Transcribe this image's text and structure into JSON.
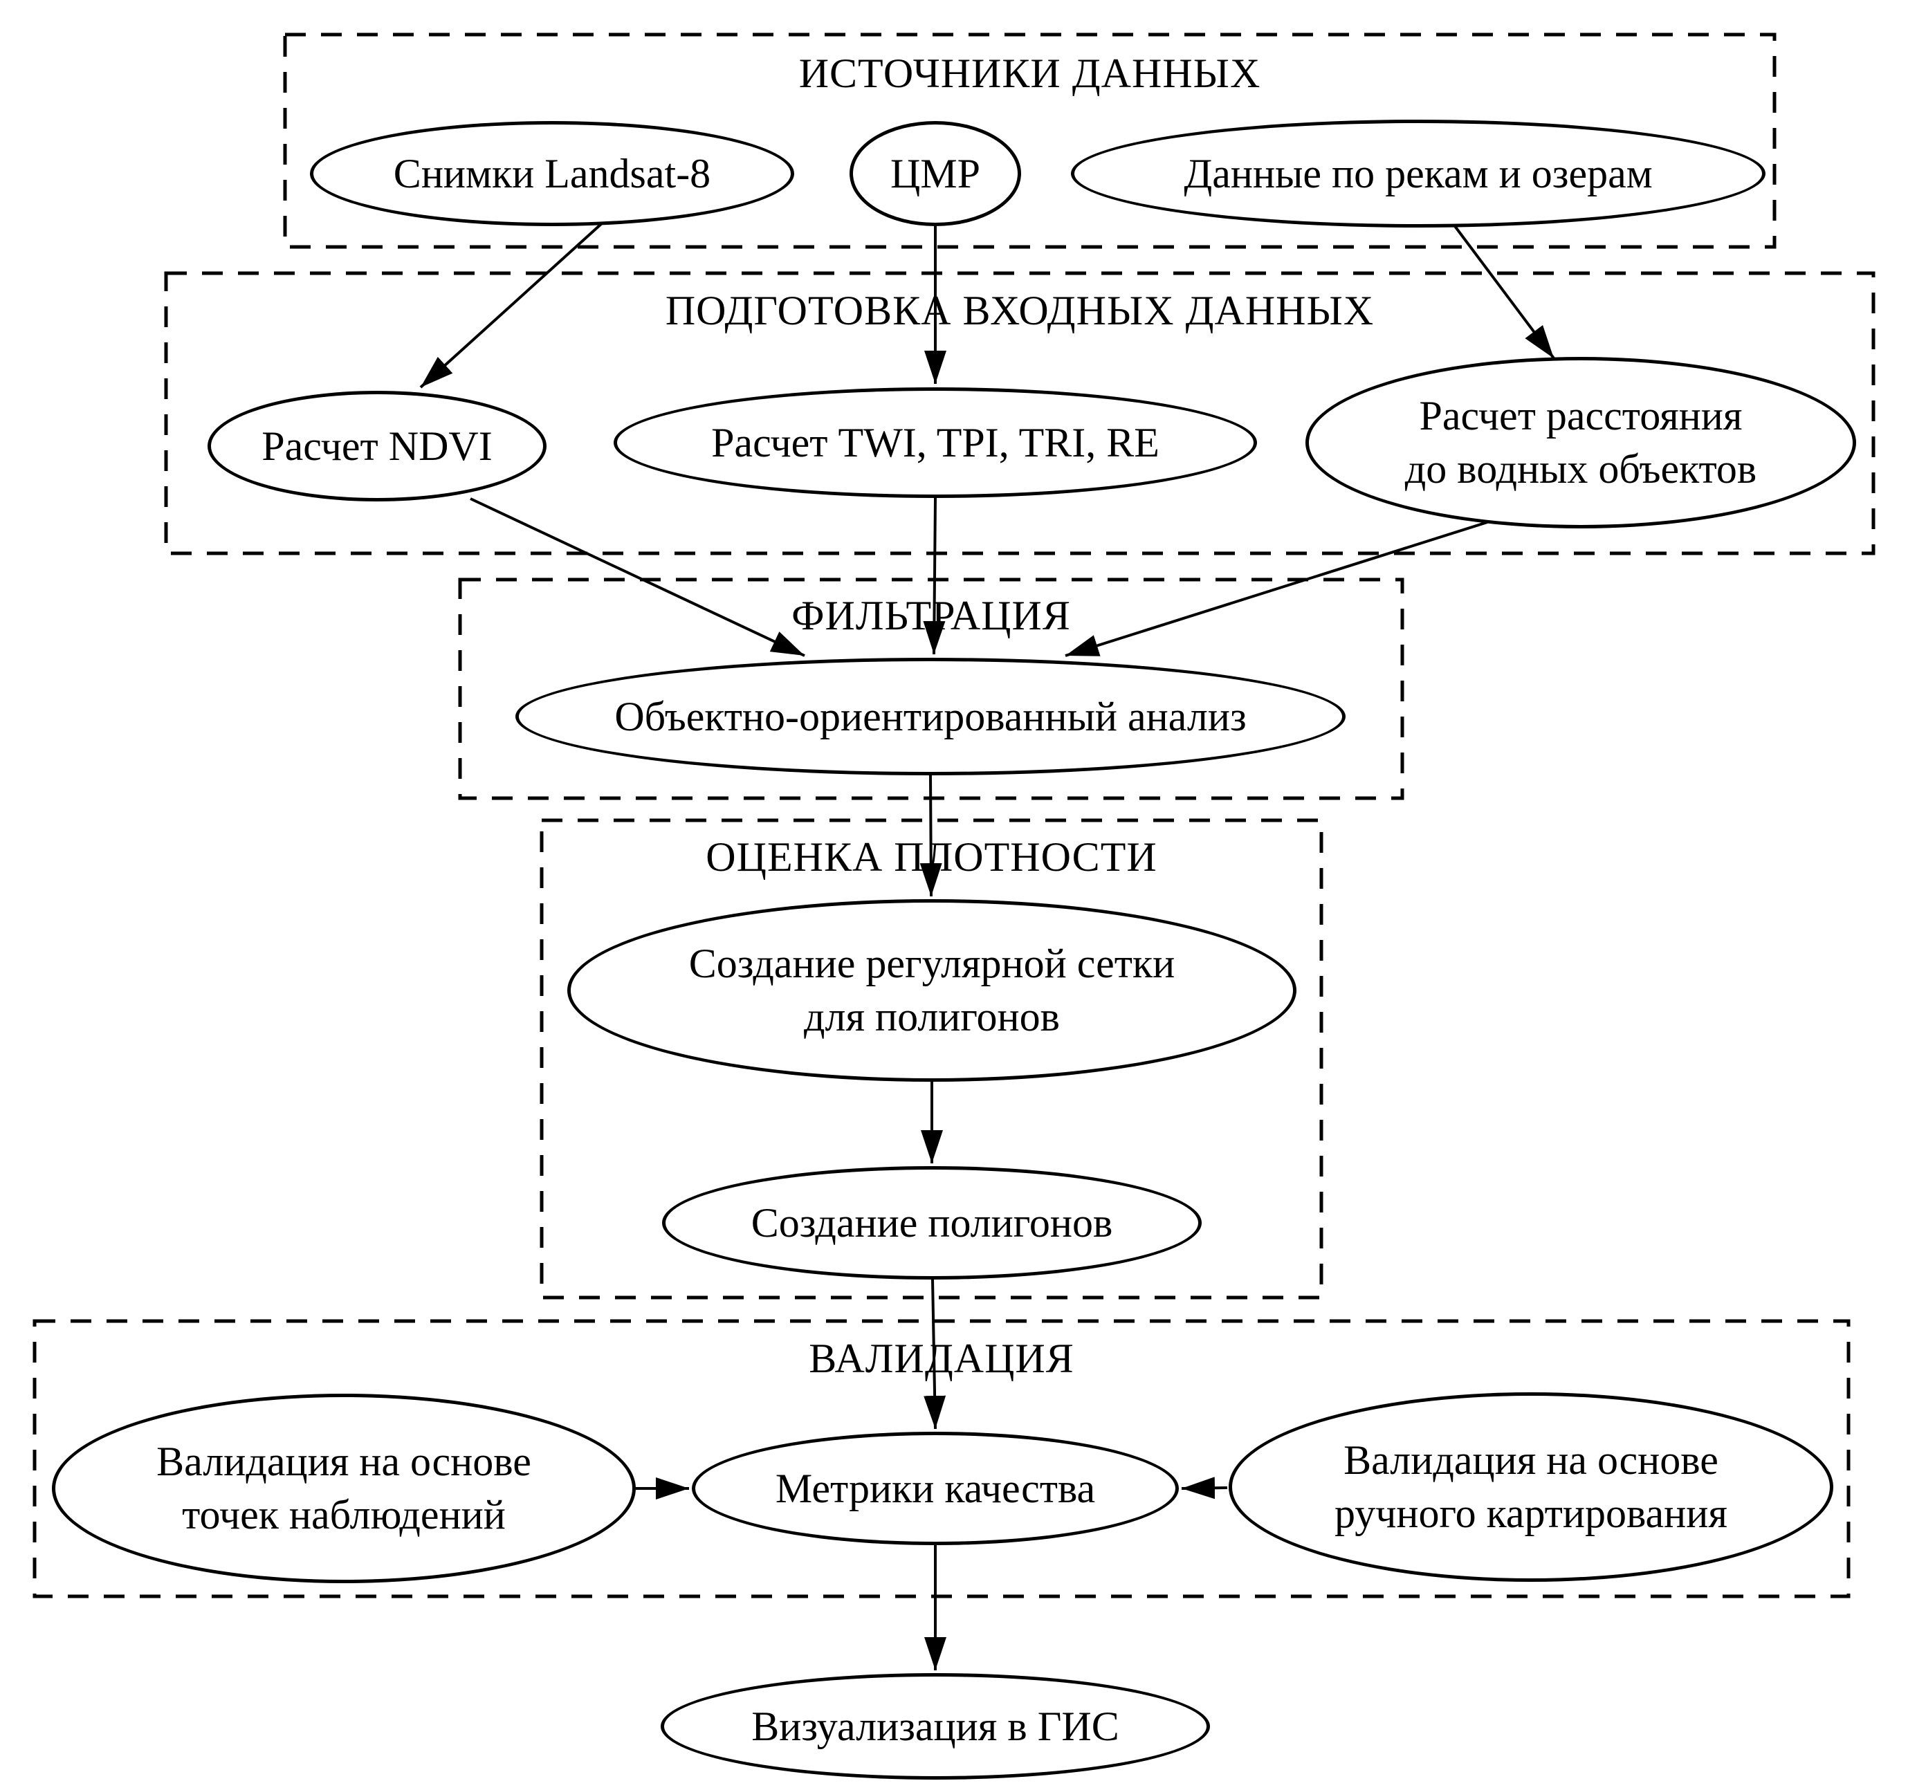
{
  "page": {
    "background": "#ffffff",
    "stroke_color": "#000000",
    "language": "ru"
  },
  "diagram": {
    "type": "flowchart",
    "clusters": [
      {
        "id": "sources",
        "title": "ИСТОЧНИКИ ДАННЫХ"
      },
      {
        "id": "prep",
        "title": "ПОДГОТОВКА ВХОДНЫХ ДАННЫХ"
      },
      {
        "id": "filtration",
        "title": "ФИЛЬТРАЦИЯ"
      },
      {
        "id": "density",
        "title": "ОЦЕНКА ПЛОТНОСТИ"
      },
      {
        "id": "validation",
        "title": "ВАЛИДАЦИЯ"
      }
    ],
    "nodes": [
      {
        "id": "landsat",
        "cluster": "sources",
        "shape": "ellipse",
        "label": "Снимки Landsat-8"
      },
      {
        "id": "dem",
        "cluster": "sources",
        "shape": "ellipse",
        "label": "ЦМР"
      },
      {
        "id": "rivers",
        "cluster": "sources",
        "shape": "ellipse",
        "label": "Данные по рекам и озерам"
      },
      {
        "id": "ndvi",
        "cluster": "prep",
        "shape": "ellipse",
        "label": "Расчет NDVI"
      },
      {
        "id": "twi",
        "cluster": "prep",
        "shape": "ellipse",
        "label": "Расчет TWI, TPI, TRI, RE"
      },
      {
        "id": "dist",
        "cluster": "prep",
        "shape": "ellipse",
        "label": "Расчет расстояния\nдо водных объектов"
      },
      {
        "id": "ooa",
        "cluster": "filtration",
        "shape": "ellipse",
        "label": "Объектно-ориентированный анализ"
      },
      {
        "id": "grid",
        "cluster": "density",
        "shape": "ellipse",
        "label": "Создание регулярной сетки\nдля полигонов"
      },
      {
        "id": "poly",
        "cluster": "density",
        "shape": "ellipse",
        "label": "Создание полигонов"
      },
      {
        "id": "valpoints",
        "cluster": "validation",
        "shape": "ellipse",
        "label": "Валидация на основе\nточек наблюдений"
      },
      {
        "id": "metrics",
        "cluster": "validation",
        "shape": "ellipse",
        "label": "Метрики качества"
      },
      {
        "id": "valmanual",
        "cluster": "validation",
        "shape": "ellipse",
        "label": "Валидация на основе\nручного картирования"
      },
      {
        "id": "gis",
        "cluster": null,
        "shape": "ellipse",
        "label": "Визуализация в ГИС"
      }
    ],
    "edges": [
      {
        "from": "landsat",
        "to": "ndvi"
      },
      {
        "from": "dem",
        "to": "twi"
      },
      {
        "from": "rivers",
        "to": "dist"
      },
      {
        "from": "ndvi",
        "to": "ooa"
      },
      {
        "from": "twi",
        "to": "ooa"
      },
      {
        "from": "dist",
        "to": "ooa"
      },
      {
        "from": "ooa",
        "to": "grid"
      },
      {
        "from": "grid",
        "to": "poly"
      },
      {
        "from": "poly",
        "to": "metrics"
      },
      {
        "from": "valpoints",
        "to": "metrics"
      },
      {
        "from": "valmanual",
        "to": "metrics"
      },
      {
        "from": "metrics",
        "to": "gis"
      }
    ]
  }
}
